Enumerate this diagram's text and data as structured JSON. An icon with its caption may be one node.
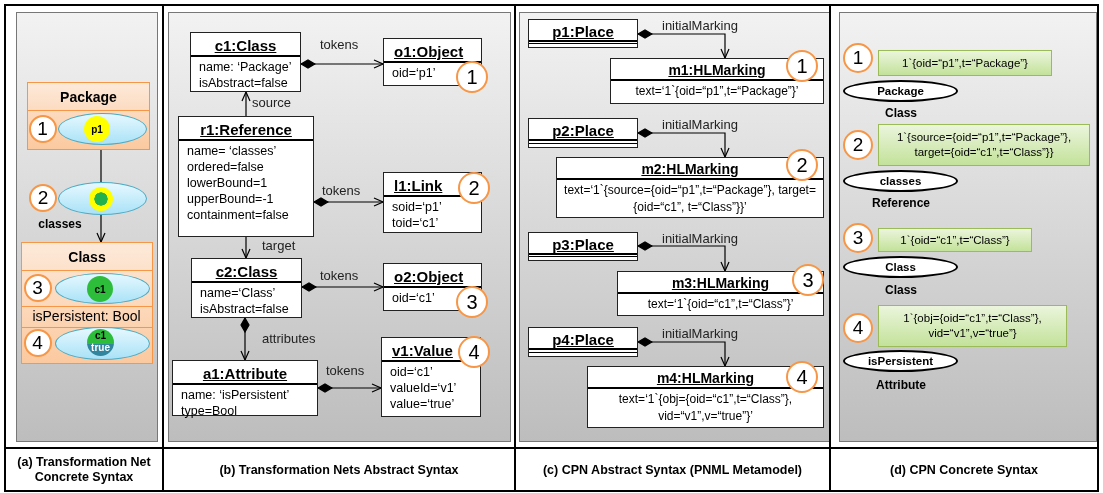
{
  "diagram": {
    "nodes": [
      {
        "text": [
          "(a) Transformation Net Concrete Syntax"
        ]
      },
      {
        "text": [
          "Package"
        ],
        "in": 0
      },
      {
        "text": [],
        "shape": "ellipse",
        "in": 1
      },
      {
        "text": [
          "p1"
        ],
        "in": 2
      },
      {
        "text": [
          "1"
        ],
        "in": 1
      },
      {
        "text": [],
        "shape": "ellipse",
        "beside": [
          "classes"
        ],
        "in": 0
      },
      {
        "text": [],
        "shape": "circle",
        "in": 5
      },
      {
        "text": [
          "2"
        ],
        "in": 0
      },
      {
        "text": [
          "Class",
          "isPersistent: Bool"
        ],
        "in": 0
      },
      {
        "text": [],
        "shape": "ellipse",
        "in": 8
      },
      {
        "text": [
          "c1"
        ],
        "in": 9
      },
      {
        "text": [
          "3"
        ],
        "in": 8
      },
      {
        "text": [],
        "shape": "ellipse",
        "in": 8
      },
      {
        "text": [
          "c1",
          "true"
        ],
        "in": 12
      },
      {
        "text": [
          "4"
        ],
        "in": 8
      },
      {
        "text": [
          "(b) Transformation Nets Abstract Syntax"
        ]
      },
      {
        "text": [
          "c1:Class",
          "name: ‘Package’",
          "isAbstract=false"
        ],
        "in": 15
      },
      {
        "text": [
          "o1:Object",
          "oid=‘p1’"
        ],
        "in": 15
      },
      {
        "text": [
          "1"
        ],
        "in": 15
      },
      {
        "text": [
          "r1:Reference",
          "name= ‘classes’",
          "ordered=false",
          "lowerBound=1",
          "upperBound=-1",
          "containment=false"
        ],
        "in": 15
      },
      {
        "text": [
          "l1:Link",
          "soid=‘p1’",
          "toid=‘c1’"
        ],
        "in": 15
      },
      {
        "text": [
          "2"
        ],
        "in": 15
      },
      {
        "text": [
          "c2:Class",
          "name=‘Class’",
          "isAbstract=false"
        ],
        "in": 15
      },
      {
        "text": [
          "o2:Object",
          "oid=‘c1’"
        ],
        "in": 15
      },
      {
        "text": [
          "3"
        ],
        "in": 15
      },
      {
        "text": [
          "a1:Attribute",
          "name: ‘isPersistent’",
          "type=Bool"
        ],
        "in": 15
      },
      {
        "text": [
          "v1:Value",
          "oid=‘c1’",
          "valueId=‘v1’",
          "value=‘true’"
        ],
        "in": 15
      },
      {
        "text": [
          "4"
        ],
        "in": 15
      },
      {
        "text": [
          "(c) CPN Abstract Syntax (PNML Metamodel)"
        ]
      },
      {
        "text": [
          "p1:Place"
        ],
        "in": 28
      },
      {
        "text": [
          "m1:HLMarking",
          "text=‘1`{oid=“p1”,t=“Package”}’"
        ],
        "in": 28
      },
      {
        "text": [
          "1"
        ],
        "in": 28
      },
      {
        "text": [
          "p2:Place"
        ],
        "in": 28
      },
      {
        "text": [
          "m2:HLMarking",
          "text=‘1`{source={oid=“p1”,t=“Package”}, target={oid=“c1”, t=“Class”}}’"
        ],
        "in": 28
      },
      {
        "text": [
          "2"
        ],
        "in": 28
      },
      {
        "text": [
          "p3:Place"
        ],
        "in": 28
      },
      {
        "text": [
          "m3:HLMarking",
          "text=‘1`{oid=“c1”,t=“Class”}’"
        ],
        "in": 28
      },
      {
        "text": [
          "3"
        ],
        "in": 28
      },
      {
        "text": [
          "p4:Place"
        ],
        "in": 28
      },
      {
        "text": [
          "m4:HLMarking",
          "text=‘1`{obj={oid=“c1”,t=“Class”}, vid=“v1”,v=“true”}’"
        ],
        "in": 28
      },
      {
        "text": [
          "4"
        ],
        "in": 28
      },
      {
        "text": [
          "(d) CPN Concrete Syntax"
        ]
      },
      {
        "text": [
          "1"
        ],
        "in": 41
      },
      {
        "text": [
          "1`{oid=“p1”,t=“Package”}"
        ],
        "in": 41
      },
      {
        "text": [
          "Package"
        ],
        "beside": [
          "Class"
        ],
        "in": 41
      },
      {
        "text": [
          "2"
        ],
        "in": 41
      },
      {
        "text": [
          "1`{source={oid=“p1”,t=“Package”}, target={oid=“c1”,t=“Class”}}"
        ],
        "in": 41
      },
      {
        "text": [
          "classes"
        ],
        "beside": [
          "Reference"
        ],
        "in": 41
      },
      {
        "text": [
          "3"
        ],
        "in": 41
      },
      {
        "text": [
          "1`{oid=“c1”,t=“Class”}"
        ],
        "in": 41
      },
      {
        "text": [
          "Class"
        ],
        "beside": [
          "Class"
        ],
        "in": 41
      },
      {
        "text": [
          "4"
        ],
        "in": 41
      },
      {
        "text": [
          "1`{obj={oid=“c1”,t=“Class”}, vid=“v1”,v=“true”}"
        ],
        "in": 41
      },
      {
        "text": [
          "isPersistent"
        ],
        "beside": [
          "Attribute"
        ],
        "in": 41
      }
    ],
    "edges": [
      {
        "from": 1,
        "to": 5,
        "arrow": "none"
      },
      {
        "from": 5,
        "to": 8,
        "arrow": "to"
      },
      {
        "from": 16,
        "to": 17,
        "arrow": "to",
        "label": "tokens"
      },
      {
        "from": 19,
        "to": 16,
        "arrow": "to",
        "label": "source"
      },
      {
        "from": 19,
        "to": 20,
        "arrow": "to",
        "label": "tokens"
      },
      {
        "from": 19,
        "to": 22,
        "arrow": "to",
        "label": "target"
      },
      {
        "from": 22,
        "to": 23,
        "arrow": "to",
        "label": "tokens"
      },
      {
        "from": 22,
        "to": 25,
        "arrow": "to",
        "label": "attributes"
      },
      {
        "from": 25,
        "to": 26,
        "arrow": "to",
        "label": "tokens"
      },
      {
        "from": 29,
        "to": 30,
        "arrow": "to",
        "label": "initialMarking"
      },
      {
        "from": 32,
        "to": 33,
        "arrow": "to",
        "label": "initialMarking"
      },
      {
        "from": 35,
        "to": 36,
        "arrow": "to",
        "label": "initialMarking"
      },
      {
        "from": 38,
        "to": 39,
        "arrow": "to",
        "label": "initialMarking"
      }
    ]
  }
}
